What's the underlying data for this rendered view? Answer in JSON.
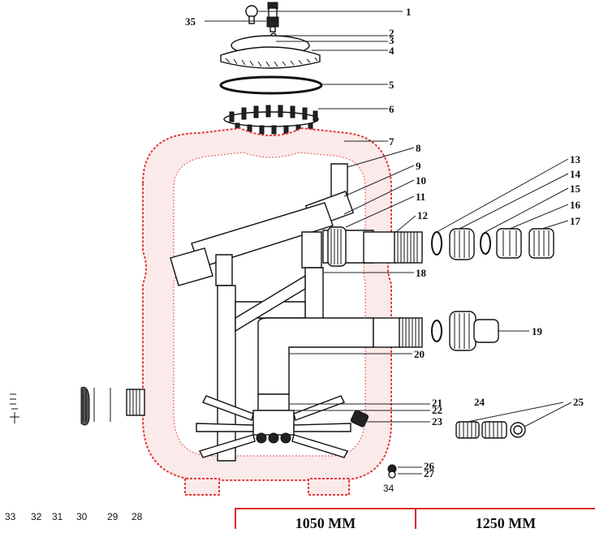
{
  "callouts": [
    {
      "id": "c1",
      "text": "1"
    },
    {
      "id": "c2",
      "text": "2"
    },
    {
      "id": "c3",
      "text": "3"
    },
    {
      "id": "c4",
      "text": "4"
    },
    {
      "id": "c5",
      "text": "5"
    },
    {
      "id": "c6",
      "text": "6"
    },
    {
      "id": "c7",
      "text": "7"
    },
    {
      "id": "c8",
      "text": "8"
    },
    {
      "id": "c9",
      "text": "9"
    },
    {
      "id": "c10",
      "text": "10"
    },
    {
      "id": "c11",
      "text": "11"
    },
    {
      "id": "c12",
      "text": "12"
    },
    {
      "id": "c13",
      "text": "13"
    },
    {
      "id": "c14",
      "text": "14"
    },
    {
      "id": "c15",
      "text": "15"
    },
    {
      "id": "c16",
      "text": "16"
    },
    {
      "id": "c17",
      "text": "17"
    },
    {
      "id": "c18",
      "text": "18"
    },
    {
      "id": "c19",
      "text": "19"
    },
    {
      "id": "c20",
      "text": "20"
    },
    {
      "id": "c21",
      "text": "21"
    },
    {
      "id": "c22",
      "text": "22"
    },
    {
      "id": "c23",
      "text": "23"
    },
    {
      "id": "c24",
      "text": "24"
    },
    {
      "id": "c25",
      "text": "25"
    },
    {
      "id": "c26",
      "text": "26"
    },
    {
      "id": "c27",
      "text": "27"
    },
    {
      "id": "c28",
      "text": "28"
    },
    {
      "id": "c29",
      "text": "29"
    },
    {
      "id": "c30",
      "text": "30"
    },
    {
      "id": "c31",
      "text": "31"
    },
    {
      "id": "c32",
      "text": "32"
    },
    {
      "id": "c33",
      "text": "33"
    },
    {
      "id": "c34",
      "text": "34"
    },
    {
      "id": "c35",
      "text": "35"
    }
  ],
  "size_table": {
    "col1": "1050 MM",
    "col2": "1250 MM"
  },
  "colors": {
    "tank_outline": "#e23a3a",
    "tank_fill": "#fbeaea",
    "table_border": "#d92a2a"
  }
}
